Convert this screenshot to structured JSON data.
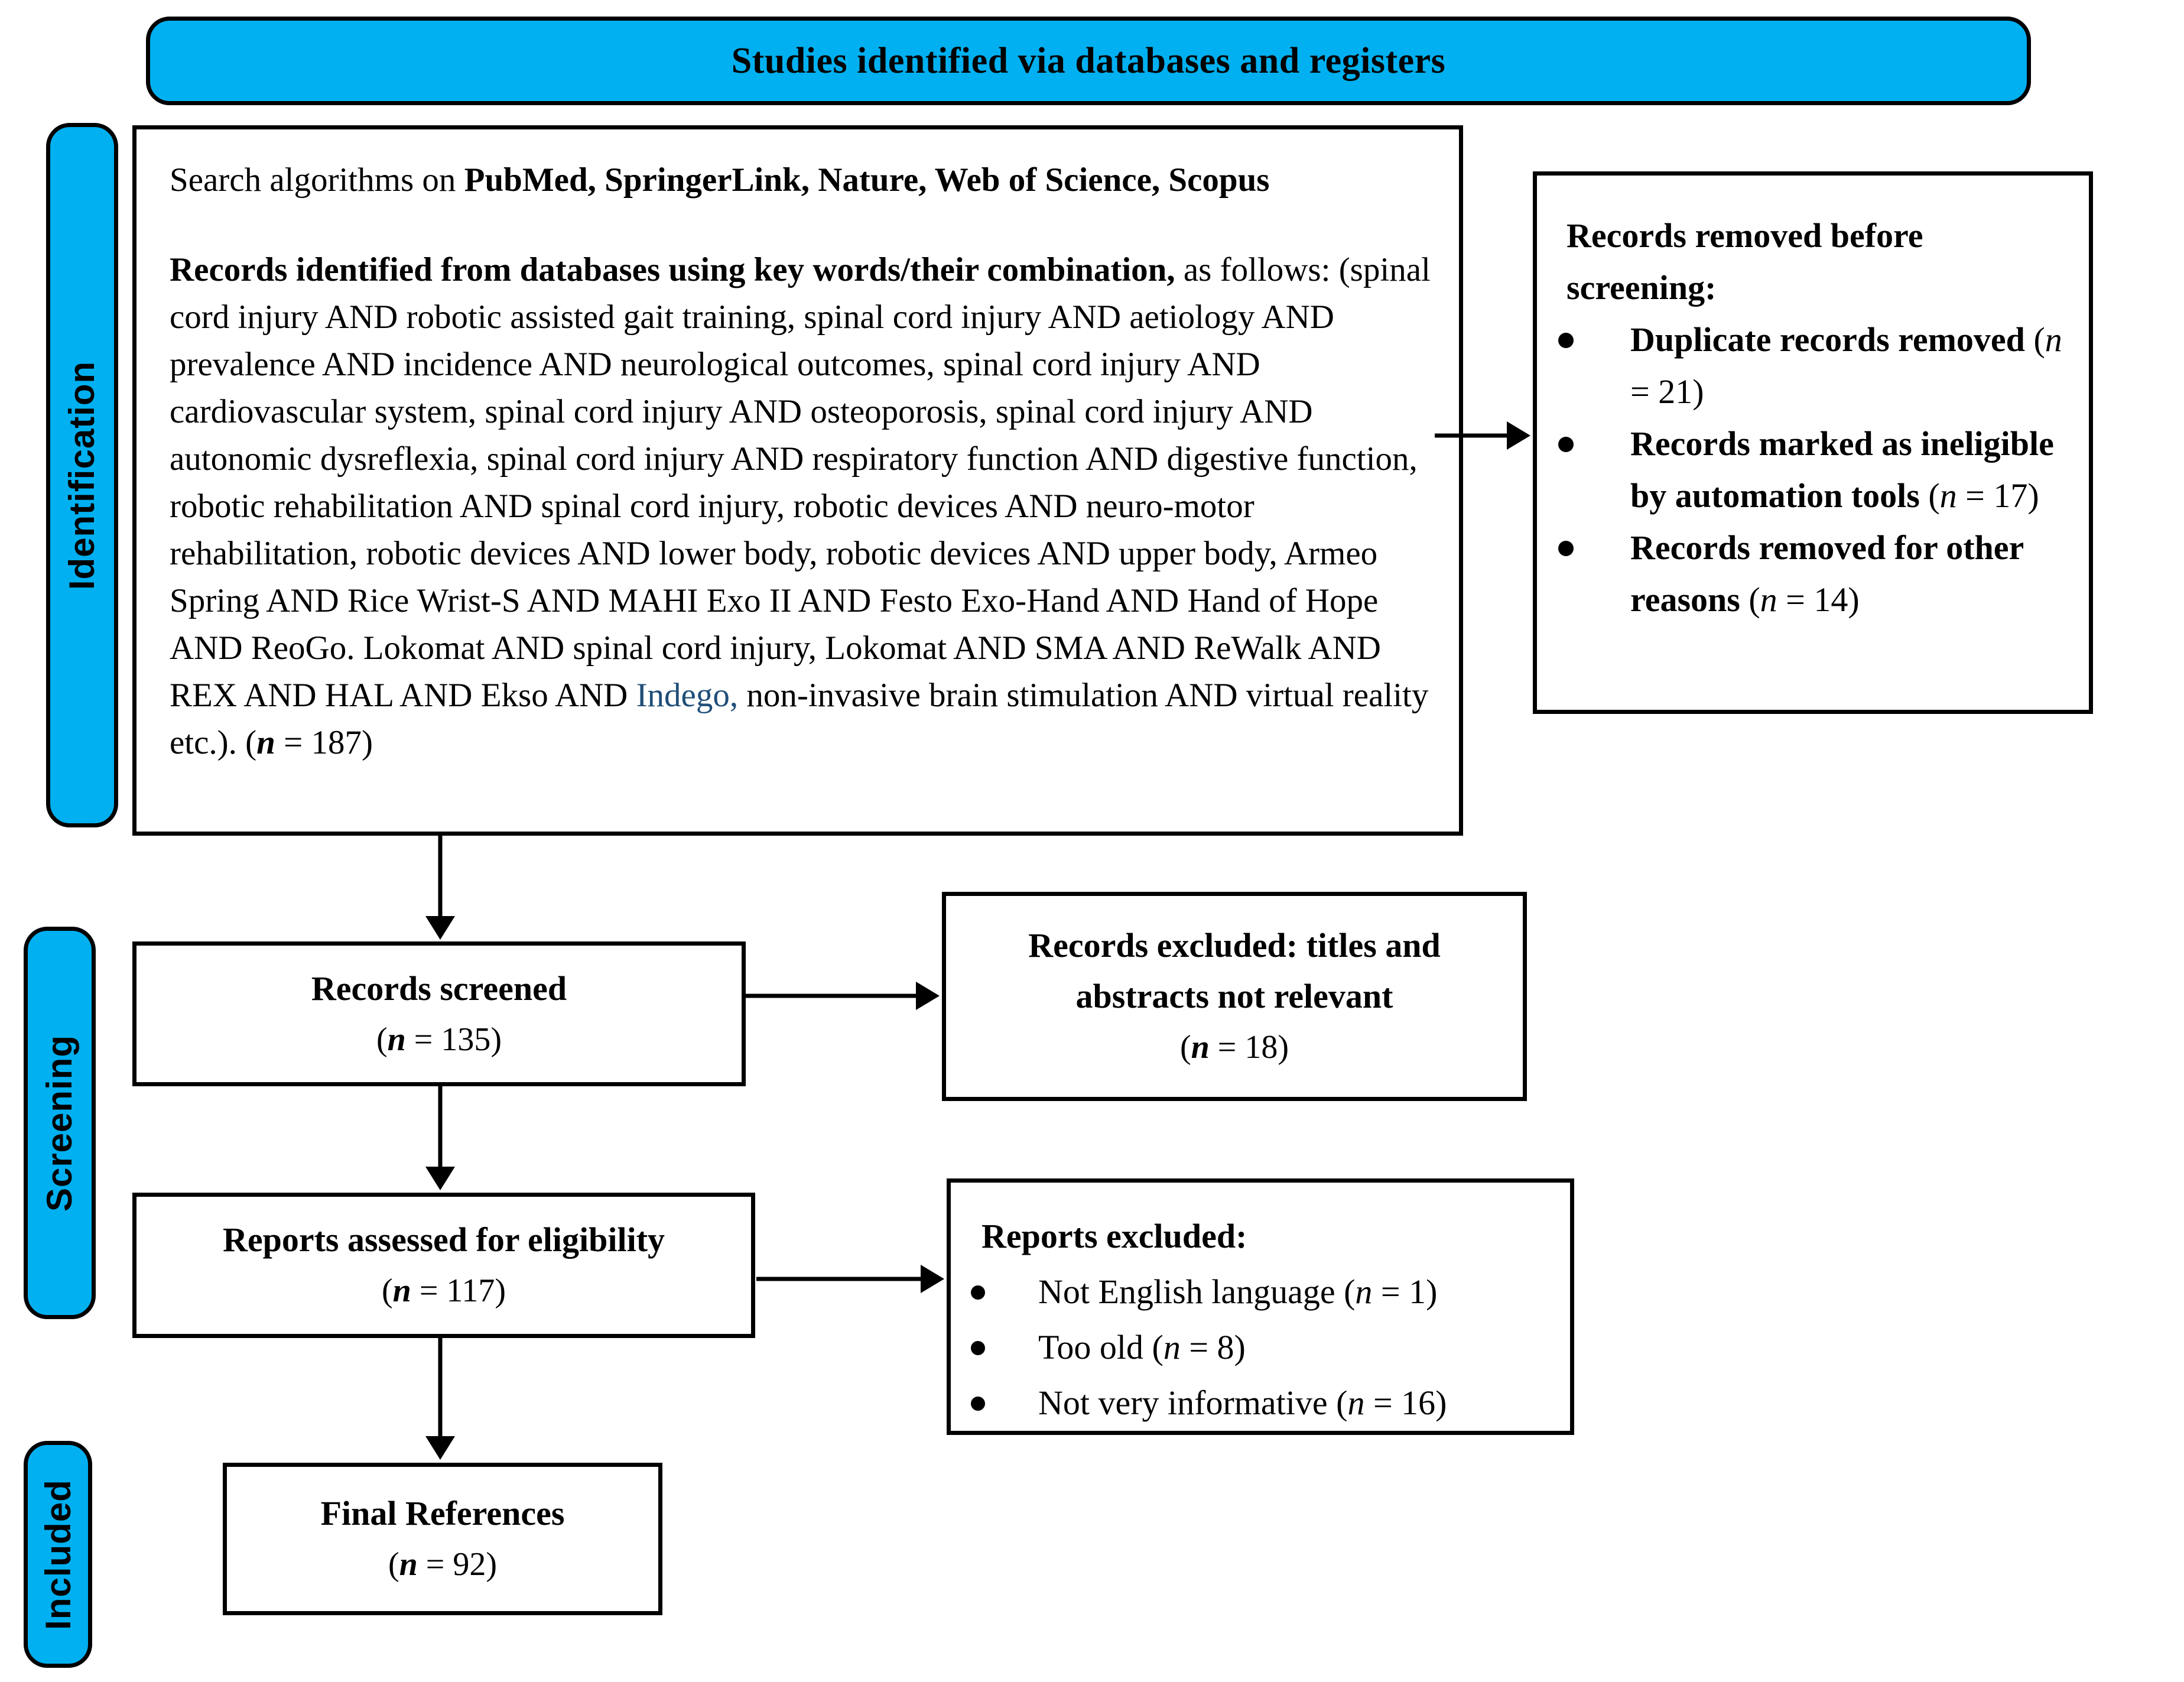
{
  "colors": {
    "stage_cyan": "#00B0F0",
    "box_border": "#000000",
    "indego_text": "#1F4E79"
  },
  "banner": {
    "title": "Studies identified via databases and registers"
  },
  "sidebar": {
    "identification": "Identification",
    "screening": "Screening",
    "included": "Included"
  },
  "identification_box": {
    "line1_regular": "Search algorithms on ",
    "line1_bold": "PubMed, SpringerLink, Nature, Web of Science, Scopus",
    "para_bold": "Records identified from databases using key words/their combination,",
    "para_regular_1": " as follows: (spinal cord injury AND robotic assisted gait training, spinal cord injury AND aetiology AND prevalence AND incidence AND neurological outcomes, spinal cord injury AND cardiovascular system, spinal cord injury AND osteoporosis, spinal cord injury AND autonomic dysreflexia, spinal cord injury AND respiratory function AND digestive function, robotic rehabilitation AND spinal cord injury, robotic devices AND neuro-motor rehabilitation, robotic devices AND lower body, robotic devices AND upper body, Armeo Spring AND Rice Wrist-S AND MAHI Exo II AND Festo Exo-Hand AND Hand of Hope AND ReoGo. Lokomat AND spinal cord injury, Lokomat AND SMA AND ReWalk AND REX AND HAL AND Ekso AND ",
    "indego": "Indego,",
    "para_regular_2": " non-invasive brain stimulation AND virtual reality  etc.).  ",
    "count": [
      "(",
      "n",
      " = 187)"
    ]
  },
  "removed_box": {
    "heading": "Records removed before screening:",
    "bullets": [
      {
        "label": "Duplicate records removed ",
        "count": [
          "(",
          "n",
          " = 21)"
        ]
      },
      {
        "label": "Records marked as ineligible by automation tools ",
        "count": [
          "(",
          "n",
          " = 17)"
        ]
      },
      {
        "label": "Records removed for other reasons ",
        "count": [
          "(",
          "n",
          " = 14)"
        ]
      }
    ]
  },
  "screened_box": {
    "title": "Records screened",
    "count": [
      "(",
      "n",
      " = 135)"
    ]
  },
  "records_excluded_box": {
    "title": "Records excluded: titles and abstracts not relevant",
    "count": [
      "(",
      "n",
      " = 18)"
    ]
  },
  "assessed_box": {
    "title": "Reports assessed for eligibility",
    "count": [
      "(",
      "n",
      " = 117)"
    ]
  },
  "reports_excluded_box": {
    "heading": "Reports excluded:",
    "bullets": [
      {
        "label": "Not English language ",
        "count": [
          "(",
          "n",
          " = 1)"
        ]
      },
      {
        "label": "Too old ",
        "count": [
          "(",
          "n",
          " = 8)"
        ]
      },
      {
        "label": "Not very informative ",
        "count": [
          "(",
          "n",
          " = 16)"
        ]
      }
    ]
  },
  "final_box": {
    "title": "Final References",
    "count": [
      "(",
      "n",
      " = 92)"
    ]
  }
}
